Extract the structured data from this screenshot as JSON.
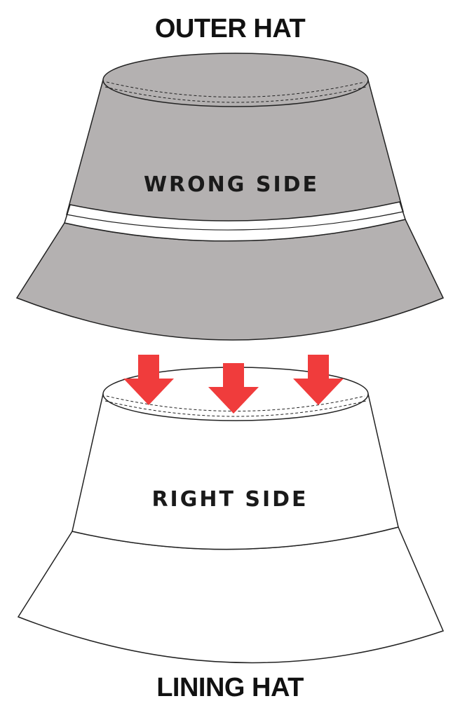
{
  "headings": {
    "outer": "OUTER HAT",
    "lining": "LINING HAT"
  },
  "labels": {
    "outer_side": "WRONG SIDE",
    "lining_side": "RIGHT SIDE"
  },
  "colors": {
    "outer_fabric": "#b4b1b1",
    "lining_fabric": "#ffffff",
    "outline": "#222222",
    "arrow": "#f03c3c"
  },
  "arrows": {
    "count": 3,
    "direction": "down"
  }
}
